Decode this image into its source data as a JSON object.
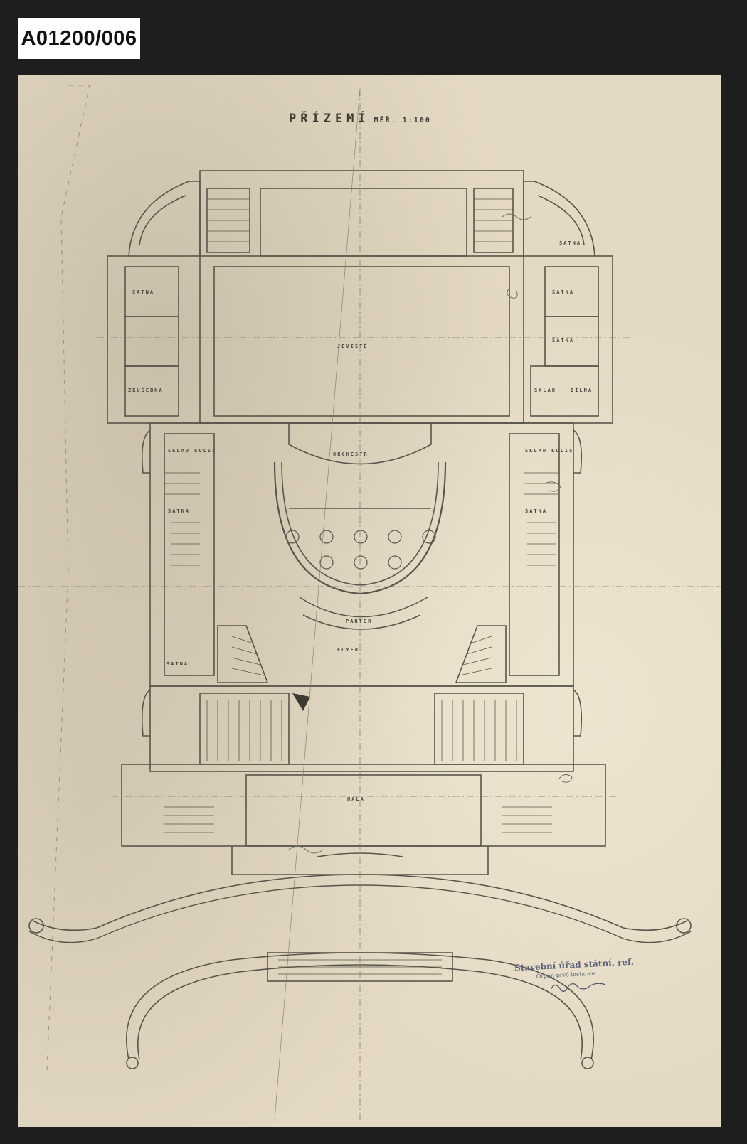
{
  "catalog_number": "A01200/006",
  "sheet": {
    "title": "PŘÍZEMÍ",
    "scale": "MĚŘ. 1:100",
    "rooms": {
      "north_left": "ŠATNA",
      "north_right_1": "ŠATNA",
      "north_right_2": "ŠATNA",
      "north_right_3": "ŠATNA",
      "rehearsal_left": "ZKUŠEBNA",
      "stage": "JEVIŠTĚ",
      "stage_right_a": "SKLAD",
      "stage_right_b": "DÍLNA",
      "orchestra_left": "SKLAD KULIS",
      "orchestra_right": "SKLAD KULIS",
      "orchestra": "ORCHESTR",
      "wc_left": "ŠATNA",
      "wc_right": "ŠATNA",
      "parter": "PARTER",
      "foyer": "FOYER",
      "small_left": "ŠATNA",
      "vestibule": "HALA"
    },
    "stamp": {
      "line1": "Stavební úřad státní. ref.",
      "line2": "Orgán prvé instance"
    }
  }
}
